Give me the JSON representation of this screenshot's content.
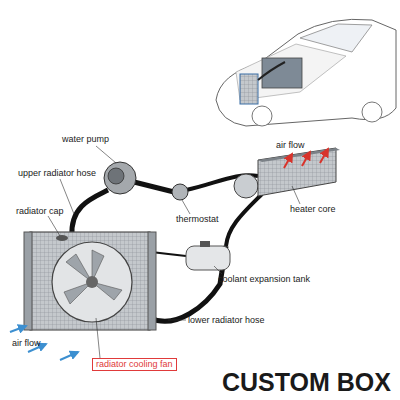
{
  "diagram": {
    "nodes": [
      {
        "text": [
          "radiator cooling fan"
        ]
      }
    ],
    "labels": [
      "air flow",
      "water pump",
      "upper radiator hose",
      "radiator cap",
      "thermostat",
      "heater core",
      "coolant expansion tank",
      "lower radiator hose",
      "air flow",
      "CUSTOM BOX"
    ]
  }
}
